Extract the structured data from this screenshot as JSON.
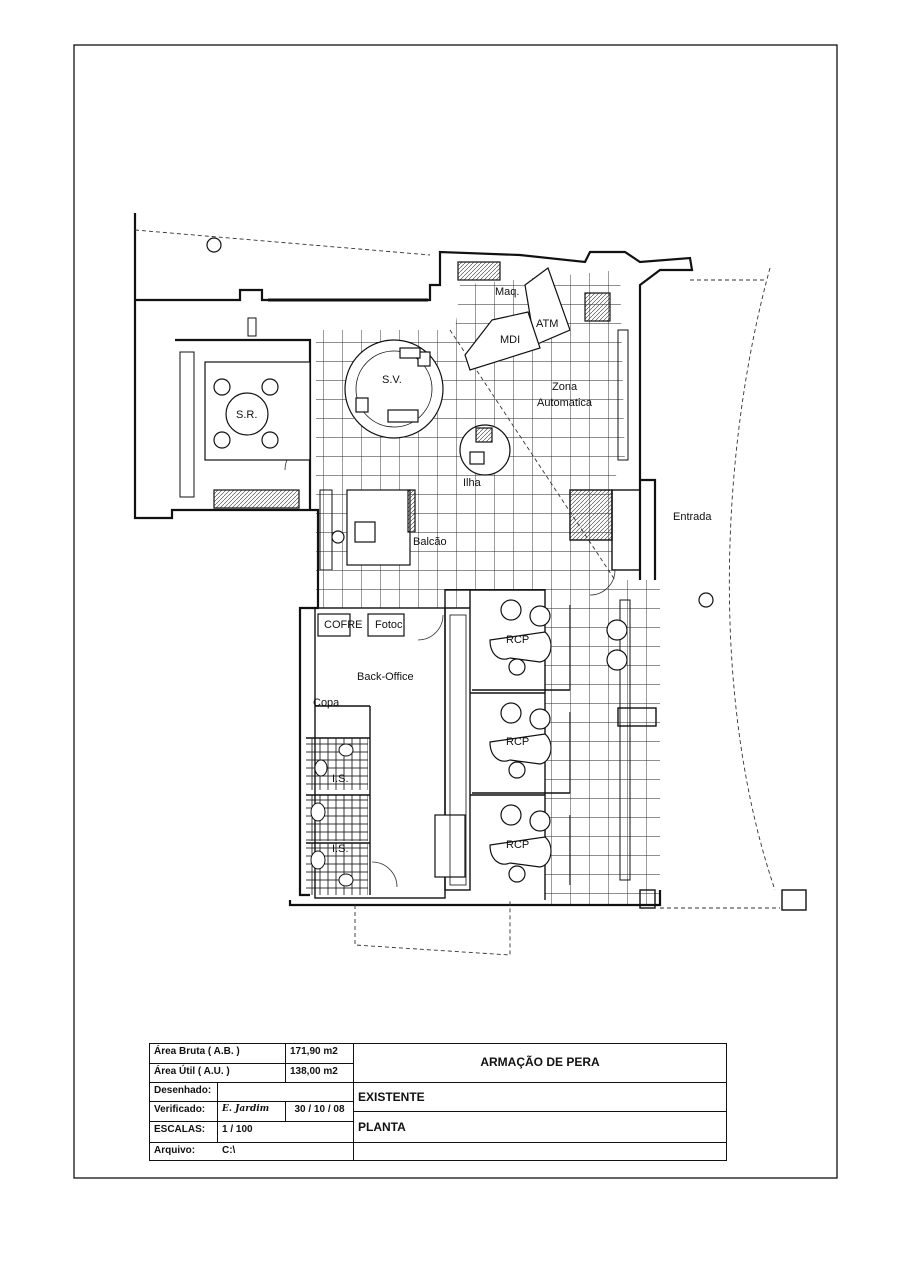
{
  "labels": {
    "sr": "S.R.",
    "sv": "S.V.",
    "maq": "Maq.",
    "atm": "ATM",
    "mdi": "MDI",
    "zona": "Zona",
    "automatica": "Automatica",
    "ilha": "Ilha",
    "entrada": "Entrada",
    "balcao": "Balcão",
    "back_office": "Back-Office",
    "copa": "Copa",
    "is1": "I.S.",
    "is2": "I.S.",
    "rcp1": "RCP",
    "rcp2": "RCP",
    "rcp3": "RCP",
    "cofre": "COFRE",
    "fotoc": "Fotoc."
  },
  "title_block": {
    "area_bruta_label": "Área Bruta ( A.B. )",
    "area_bruta_value": "171,90 m2",
    "area_util_label": "Área Útil ( A.U. )",
    "area_util_value": "138,00 m2",
    "desenhado_label": "Desenhado:",
    "verificado_label": "Verificado:",
    "verificado_name": "E. Jardim",
    "date": "30 / 10 / 08",
    "escalas_label": "ESCALAS:",
    "escalas_value": "1 / 100",
    "arquivo_label": "Arquivo:",
    "arquivo_value": "C:\\",
    "project": "ARMAÇÃO DE PERA",
    "status": "EXISTENTE",
    "drawing": "PLANTA"
  }
}
